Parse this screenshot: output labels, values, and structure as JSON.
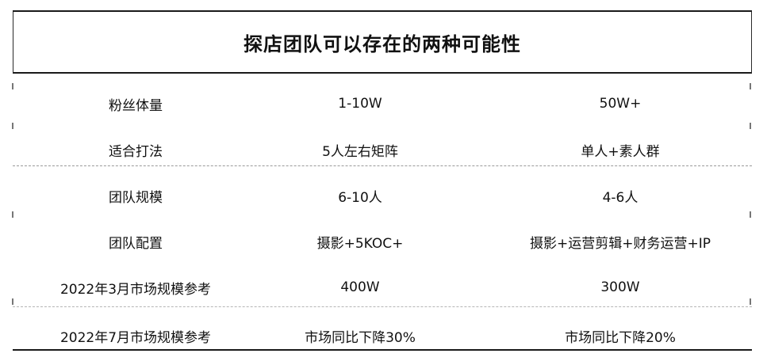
{
  "title": "探店团队可以存在的两种可能性",
  "rows": [
    {
      "label": "粉丝体量",
      "col1": "1-10W",
      "col2": "50W+"
    },
    {
      "label": "适合打法",
      "col1": "5人左右矩阵",
      "col2": "单人+素人群"
    },
    {
      "label": "团队规模",
      "col1": "6-10人",
      "col2": "4-6人"
    },
    {
      "label": "团队配置",
      "col1": "摄影+5KOC+",
      "col2": "摄影+运营剪辑+财务运营+IP"
    },
    {
      "label": "2022年3月市场规模参考",
      "col1": "400W",
      "col2": "300W"
    },
    {
      "label": "2022年7月市场规模参考",
      "col1": "市场同比下降30%",
      "col2": "市场同比下降20%"
    }
  ]
}
